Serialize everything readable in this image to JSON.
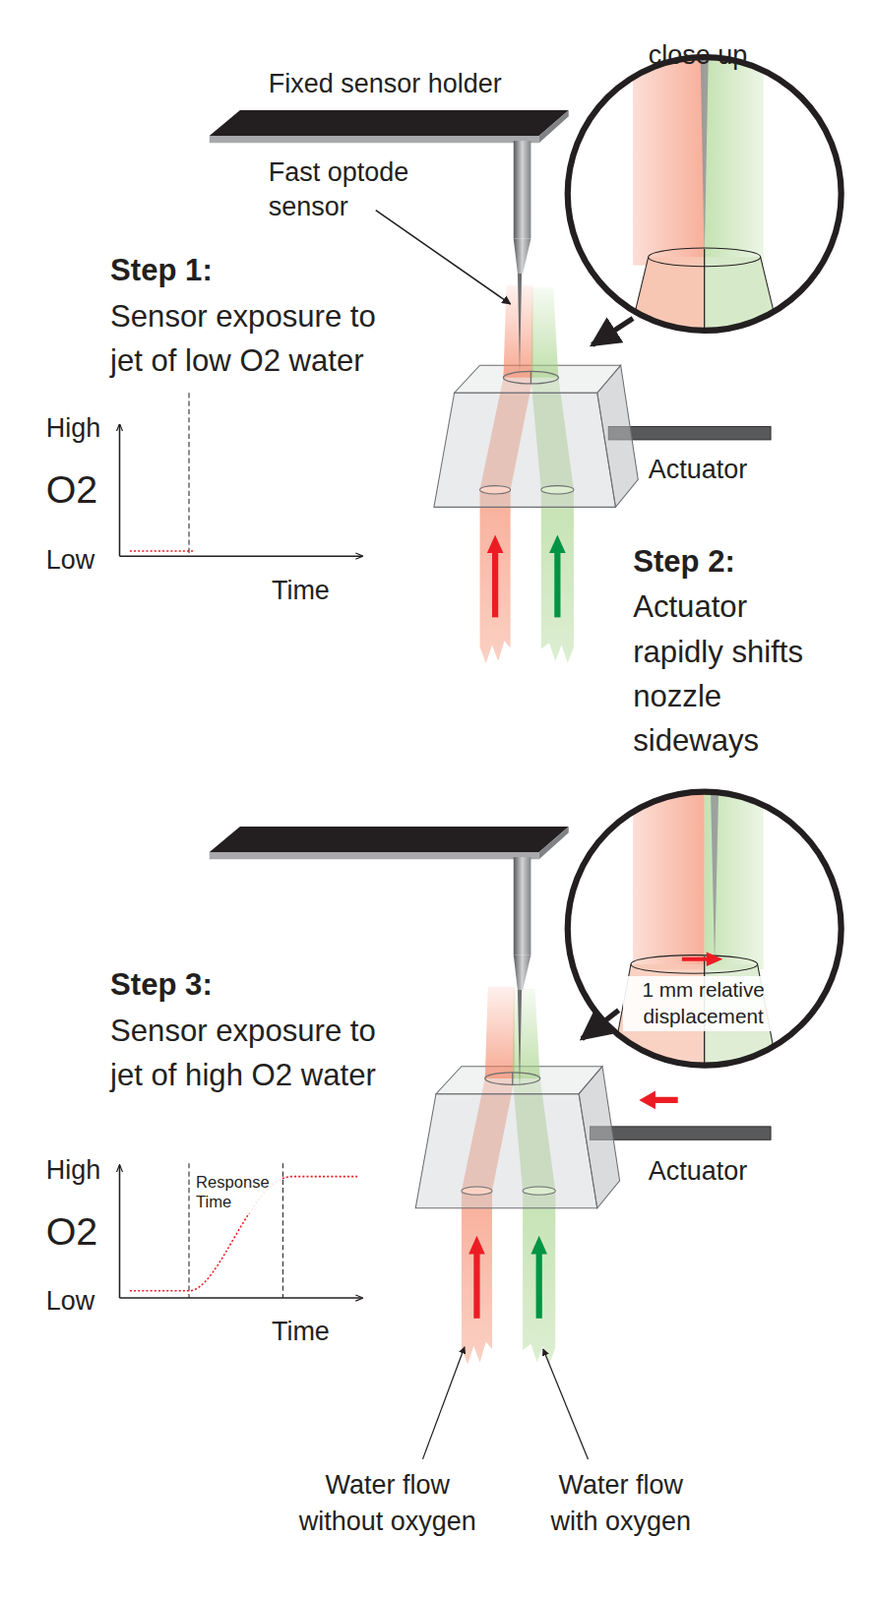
{
  "diagram": {
    "labels": [
      "Fixed sensor holder",
      "Fast optode sensor",
      "close up",
      "Step 1:",
      "Sensor exposure to jet of low O2 water",
      "High",
      "O2",
      "Low",
      "Time",
      "Actuator",
      "Step 2:",
      "Actuator rapidly shifts nozzle sideways",
      "1 mm relative displacement",
      "Step 3:",
      "Sensor exposure to jet of high O2 water",
      "High",
      "O2",
      "Low",
      "Time",
      "Response Time",
      "Actuator",
      "Water flow without oxygen",
      "Water flow with oxygen"
    ]
  }
}
